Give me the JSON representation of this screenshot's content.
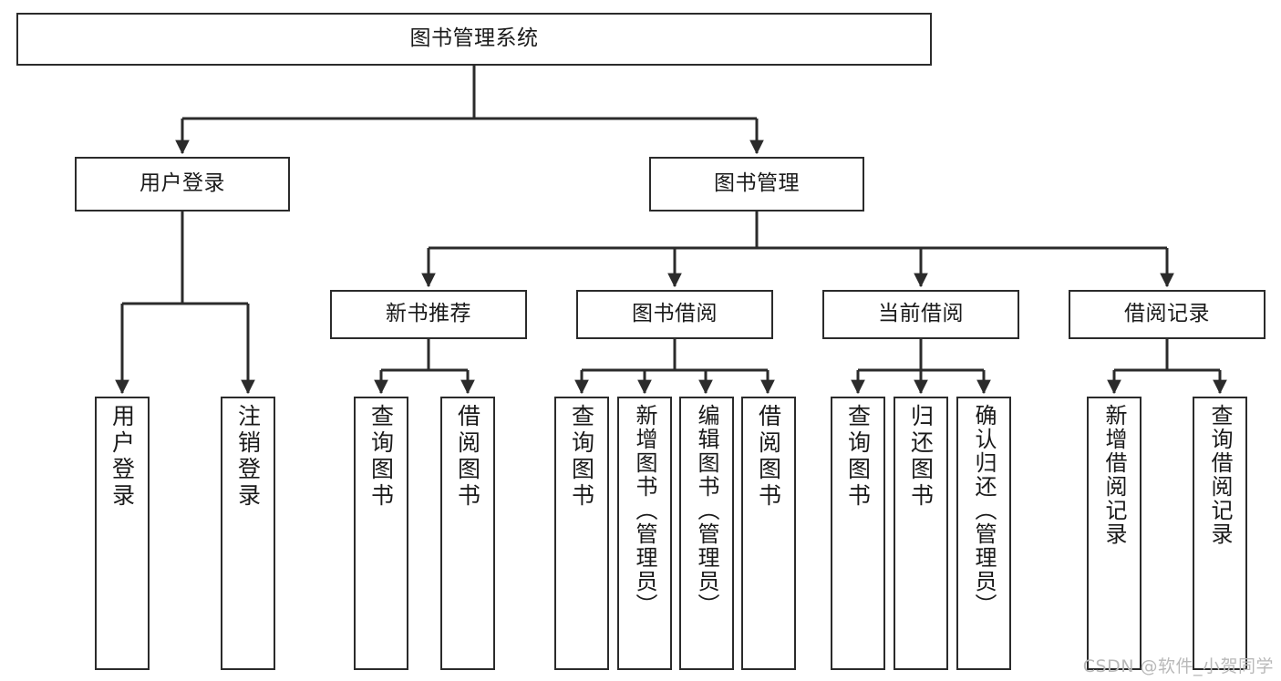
{
  "diagram": {
    "title": "图书管理系统",
    "watermark": "CSDN @软件_小贺同学",
    "accent_color": "#2b2b2b",
    "background_color": "#ffffff",
    "nodes": {
      "root": "图书管理系统",
      "user_login": "用户登录",
      "book_manage": "图书管理",
      "new_book_rec": "新书推荐",
      "book_borrow": "图书借阅",
      "current_borrow": "当前借阅",
      "borrow_record": "借阅记录",
      "leaf_user_login": "用户登录",
      "leaf_logout_login": "注销登录",
      "leaf_query_book_1": "查询图书",
      "leaf_borrow_book_1": "借阅图书",
      "leaf_query_book_2": "查询图书",
      "leaf_add_book_admin": "新增图书（管理员）",
      "leaf_edit_book_admin": "编辑图书（管理员）",
      "leaf_borrow_book_2": "借阅图书",
      "leaf_query_book_3": "查询图书",
      "leaf_return_book": "归还图书",
      "leaf_confirm_return_admin": "确认归还（管理员）",
      "leaf_add_borrow_record": "新增借阅记录",
      "leaf_query_borrow_record": "查询借阅记录"
    }
  }
}
